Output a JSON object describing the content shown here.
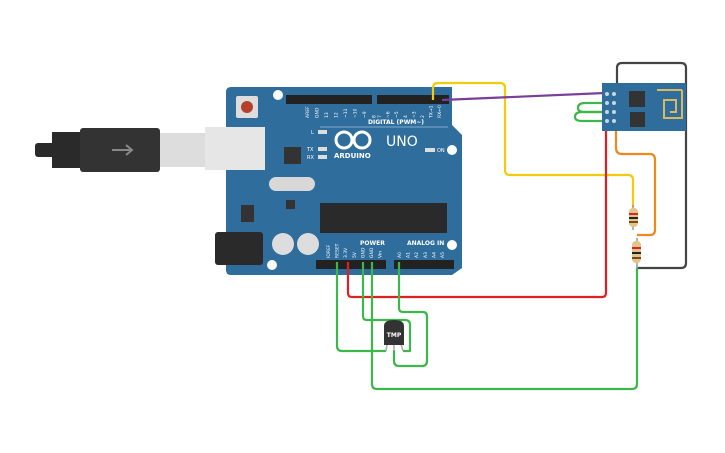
{
  "board": {
    "brand": "ARDUINO",
    "model": "UNO",
    "digital_label": "DIGITAL (PWM~)",
    "power_label": "POWER",
    "analog_label": "ANALOG IN",
    "on_label": "ON",
    "led_l": "L",
    "led_tx": "TX",
    "led_rx": "RX",
    "digital_pins": [
      "AREF",
      "GND",
      "13",
      "12",
      "~11",
      "~10",
      "~9",
      "8",
      "7",
      "~6",
      "~5",
      "4",
      "~3",
      "2",
      "TX→1",
      "RX←0"
    ],
    "power_pins": [
      "IOREF",
      "RESET",
      "3.3V",
      "5V",
      "GND",
      "GND",
      "Vin"
    ],
    "analog_pins": [
      "A0",
      "A1",
      "A2",
      "A3",
      "A4",
      "A5"
    ]
  },
  "sensor": {
    "label": "TMP"
  },
  "colors": {
    "board": "#2f6d9c",
    "wire_yellow": "#f2cc0c",
    "wire_purple": "#7a3d99",
    "wire_red": "#e02020",
    "wire_orange": "#ee8a1c",
    "wire_green": "#3cb84a",
    "wire_black": "#444444"
  }
}
